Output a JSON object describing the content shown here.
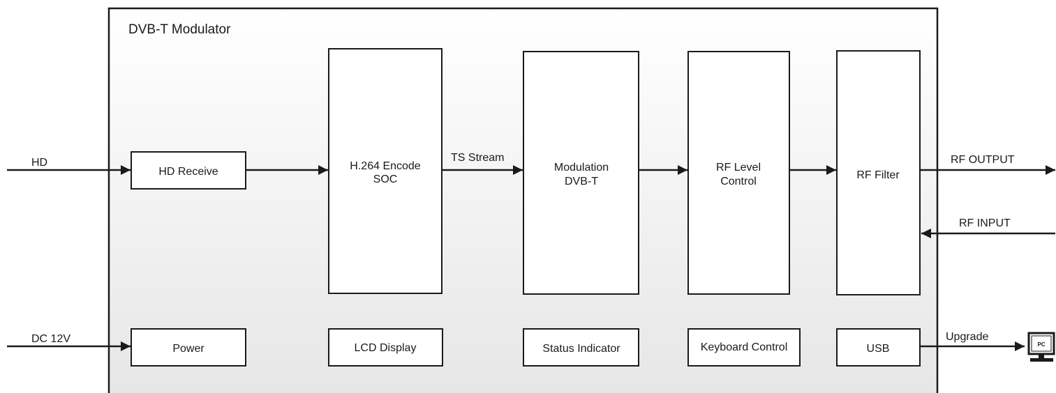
{
  "diagram": {
    "title": "DVB-T Modulator",
    "blocks": {
      "hd_receive": "HD Receive",
      "h264_line1": "H.264 Encode",
      "h264_line2": "SOC",
      "modulation_line1": "Modulation",
      "modulation_line2": "DVB-T",
      "rf_level_line1": "RF Level",
      "rf_level_line2": "Control",
      "rf_filter": "RF Filter",
      "power": "Power",
      "lcd_display": "LCD Display",
      "status_indicator": "Status Indicator",
      "keyboard_control": "Keyboard Control",
      "usb": "USB"
    },
    "signals": {
      "hd": "HD",
      "ts_stream": "TS Stream",
      "rf_output": "RF OUTPUT",
      "rf_input": "RF INPUT",
      "dc_12v": "DC 12V",
      "upgrade": "Upgrade"
    },
    "pc_label": "PC",
    "pc_icon": "pc-monitor-icon"
  }
}
